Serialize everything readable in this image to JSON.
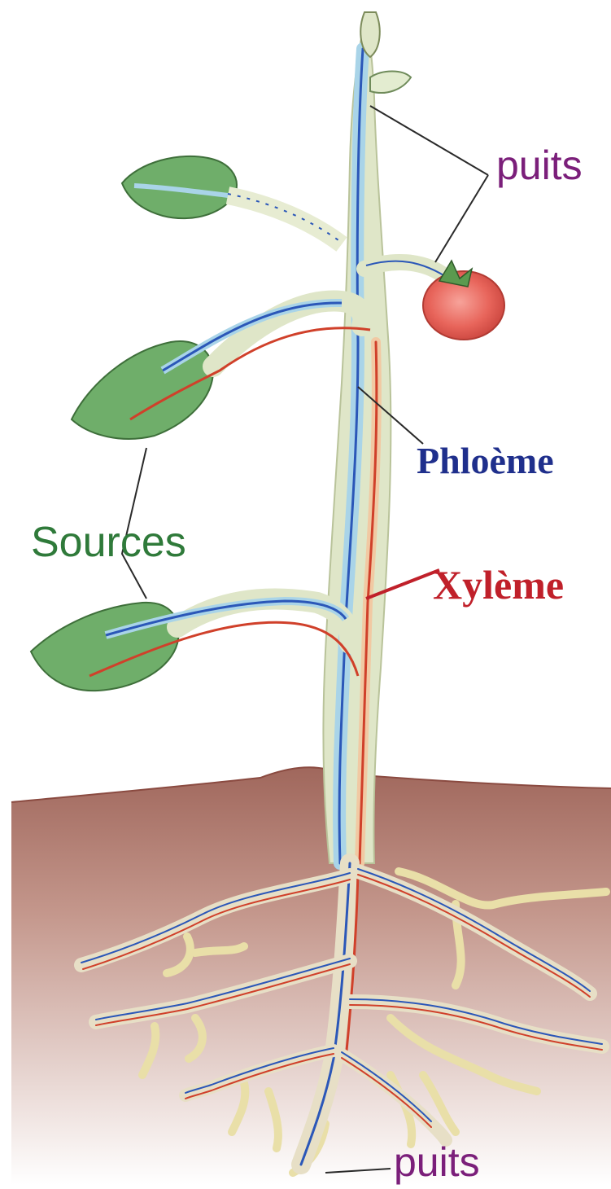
{
  "labels": {
    "puits_top": "puits",
    "phloeme": "Phloème",
    "sources": "Sources",
    "xyleme": "Xylème",
    "puits_bottom": "puits"
  },
  "colors": {
    "puits": "#7b1f7a",
    "phloeme": "#1f2f8c",
    "sources": "#2f7a3a",
    "xyleme": "#c0202a",
    "phloem_vessel": "#2b57b8",
    "xylem_vessel": "#d0402a",
    "stem": "#dfe6c8",
    "leaf": "#6fae6a",
    "fruit": "#e6645a",
    "soil": "#b98a80"
  },
  "icons": [
    "tomato-fruit",
    "leaf",
    "flower-bud",
    "root-system"
  ]
}
